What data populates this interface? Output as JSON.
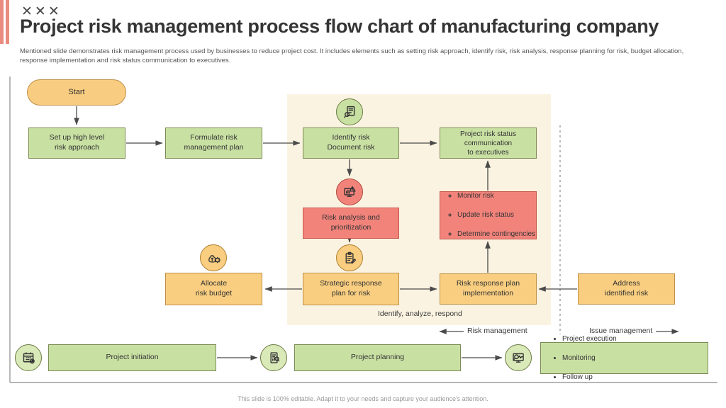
{
  "colors": {
    "green_fill": "#C9E0A3",
    "yellow_fill": "#F9CE80",
    "red_fill": "#F2837B",
    "cream_panel": "#FBF3E1",
    "accent": "#E98B7E"
  },
  "header": {
    "logo_glyphs": "✕✕✕",
    "title": "Project risk management process flow chart of manufacturing company",
    "subtitle": "Mentioned slide demonstrates risk management process used by businesses to reduce project cost. It includes elements such as setting risk approach, identify risk, risk analysis, response planning for risk, budget allocation, response implementation and risk status communication to executives."
  },
  "flow": {
    "start_label": "Start",
    "setup": "Set up high level\nrisk approach",
    "formulate": "Formulate risk\nmanagement plan",
    "identify": "Identify risk\nDocument risk",
    "status": "Project risk status\ncommunication\nto executives",
    "analysis": "Risk analysis and\nprioritization",
    "monitor_items": [
      "Monitor risk",
      "Update risk status",
      "Determine contingencies"
    ],
    "allocate": "Allocate\nrisk budget",
    "strategic": "Strategic response\nplan for risk",
    "implementation": "Risk response plan\nimplementation",
    "address": "Address\nidentified risk",
    "region_label": "Identify,  analyze,  respond"
  },
  "sections": {
    "risk_management": "Risk management",
    "issue_management": "Issue management"
  },
  "timeline": {
    "initiation": "Project initiation",
    "planning": "Project planning",
    "execution_items": [
      "Project execution",
      "Monitoring",
      "Follow up"
    ]
  },
  "icons": {
    "identify": "document-search-icon",
    "analysis": "risk-alert-chart-icon",
    "budget": "money-bag-gear-icon",
    "strategic": "clipboard-plan-icon",
    "initiation": "calendar-plus-icon",
    "planning": "document-chart-search-icon",
    "execution": "monitor-pulse-search-icon"
  },
  "footer": "This slide is 100% editable. Adapt it to your needs and capture your audience's attention."
}
